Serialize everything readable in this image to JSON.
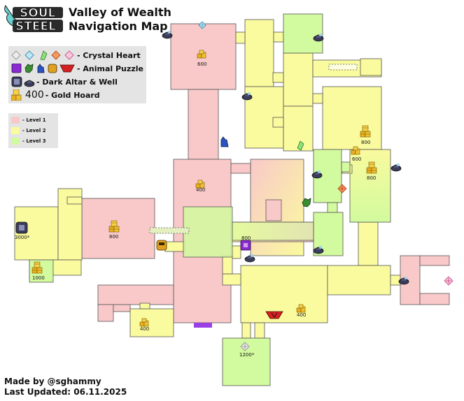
{
  "logo": {
    "line1": "SOUL",
    "line2": "STEEL"
  },
  "title": {
    "line1": "Valley of Wealth",
    "line2": "Navigation Map"
  },
  "legend": {
    "crystal_heart": "- Crystal Heart",
    "animal_puzzle": "- Animal Puzzle",
    "altar_well": "- Dark Altar & Well",
    "gold_hoard_value": "400",
    "gold_hoard": " - Gold Hoard"
  },
  "levels": {
    "level1": "- Level 1",
    "level2": "- Level 2",
    "level3": "- Level 3"
  },
  "colors": {
    "level1": "#f9c9c9",
    "level2": "#fafa9e",
    "level3": "#d2fa9e",
    "outline": "#555555",
    "legend_bg": "#e4e4e4",
    "purple_door": "#9a3fe6",
    "gold": "#e8b020",
    "dark_altar": "#3a3c5a"
  },
  "gold_labels": {
    "g600_top": "600",
    "g800_right": "800",
    "g600_mid": "600",
    "g800_mid": "800",
    "g400_center": "400",
    "g800_left": "800",
    "g3000": "3000*",
    "g800_purple": "800",
    "g1000": "1000",
    "g400_bottom_right": "400",
    "g400_bottom_left": "400",
    "g1200": "1200*"
  },
  "footer": {
    "made_by": "Made by @sghammy",
    "updated": "Last Updated: 06.11.2025"
  }
}
